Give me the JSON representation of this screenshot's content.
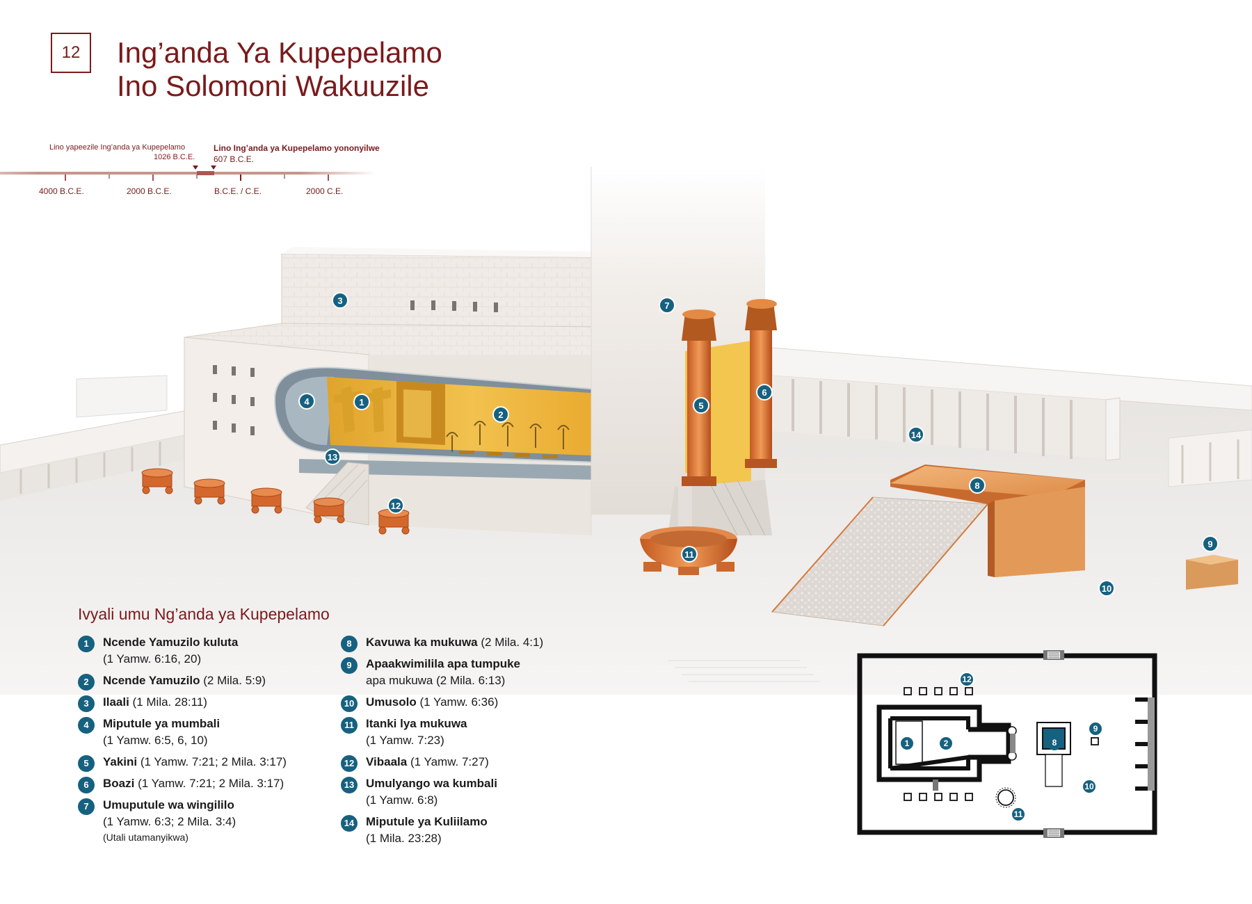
{
  "page_number": "12",
  "title": {
    "line1": "Ing’anda Ya Kupepelamo",
    "line2": "Ino Solomoni Wakuuzile"
  },
  "timeline": {
    "event_built_label": "Lino yapeezile Ing’anda ya Kupepelamo",
    "event_built_year": "1026 B.C.E.",
    "event_destroyed_label": "Lino Ing’anda ya Kupepelamo yononyilwe",
    "event_destroyed_year": "607 B.C.E.",
    "ticks": [
      "4000 B.C.E.",
      "2000 B.C.E.",
      "B.C.E. / C.E.",
      "2000 C.E."
    ]
  },
  "legend_title": "Ivyali umu Ng’anda ya Kupepelamo",
  "legend": [
    {
      "num": "1",
      "name": "Ncende Yamuzilo kuluta",
      "ref": "",
      "ref2": "(1 Yamw. 6:16, 20)",
      "note": ""
    },
    {
      "num": "2",
      "name": "Ncende Yamuzilo",
      "ref": "(2 Mila. 5:9)",
      "ref2": "",
      "note": ""
    },
    {
      "num": "3",
      "name": "Ilaali",
      "ref": "(1 Mila. 28:11)",
      "ref2": "",
      "note": ""
    },
    {
      "num": "4",
      "name": "Miputule ya mumbali",
      "ref": "",
      "ref2": "(1 Yamw. 6:5, 6, 10)",
      "note": ""
    },
    {
      "num": "5",
      "name": "Yakini",
      "ref": "(1 Yamw. 7:21; 2 Mila. 3:17)",
      "ref2": "",
      "note": ""
    },
    {
      "num": "6",
      "name": "Boazi",
      "ref": "(1 Yamw. 7:21; 2 Mila. 3:17)",
      "ref2": "",
      "note": ""
    },
    {
      "num": "7",
      "name": "Umuputule wa wingililo",
      "ref": "",
      "ref2": "(1 Yamw. 6:3; 2 Mila. 3:4)",
      "note": "(Utali utamanyikwa)"
    },
    {
      "num": "8",
      "name": "Kavuwa ka mukuwa",
      "ref": "(2 Mila. 4:1)",
      "ref2": "",
      "note": ""
    },
    {
      "num": "9",
      "name": "Apaakwimilila apa tumpuke",
      "ref": "",
      "ref2": "apa mukuwa (2 Mila. 6:13)",
      "note": ""
    },
    {
      "num": "10",
      "name": "Umusolo",
      "ref": "(1 Yamw. 6:36)",
      "ref2": "",
      "note": ""
    },
    {
      "num": "11",
      "name": "Itanki lya mukuwa",
      "ref": "",
      "ref2": "(1 Yamw. 7:23)",
      "note": ""
    },
    {
      "num": "12",
      "name": "Vibaala",
      "ref": "(1 Yamw. 7:27)",
      "ref2": "",
      "note": ""
    },
    {
      "num": "13",
      "name": "Umulyango wa kumbali",
      "ref": "",
      "ref2": "(1 Yamw. 6:8)",
      "note": ""
    },
    {
      "num": "14",
      "name": "Miputule ya Kuliilamo",
      "ref": "",
      "ref2": "(1 Mila. 23:28)",
      "note": ""
    }
  ],
  "colors": {
    "title": "#7a1a1c",
    "marker": "#16617f",
    "gold": "#e8a62a",
    "copper": "#d9743a"
  }
}
